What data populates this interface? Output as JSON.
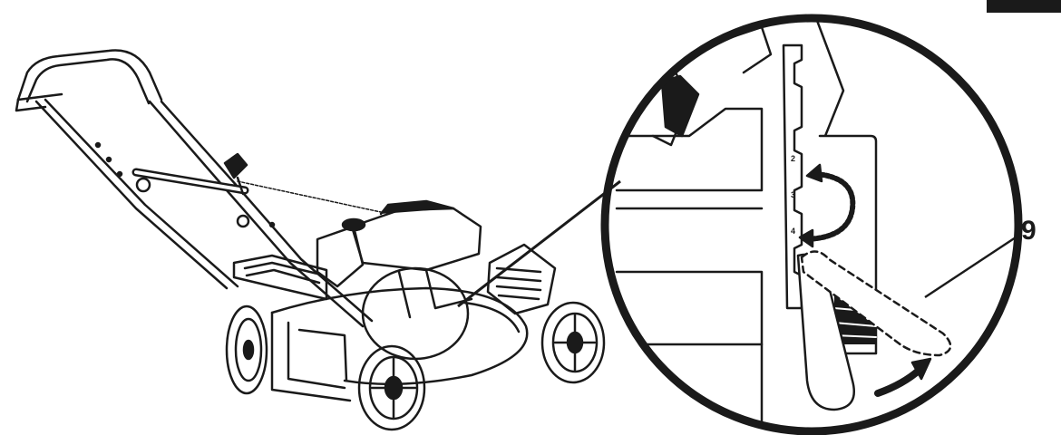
{
  "figure": {
    "callout_number": "9",
    "scale_marks": [
      "2",
      "3",
      "4"
    ]
  },
  "colors": {
    "ink": "#1a1a1a",
    "paper": "#ffffff"
  }
}
